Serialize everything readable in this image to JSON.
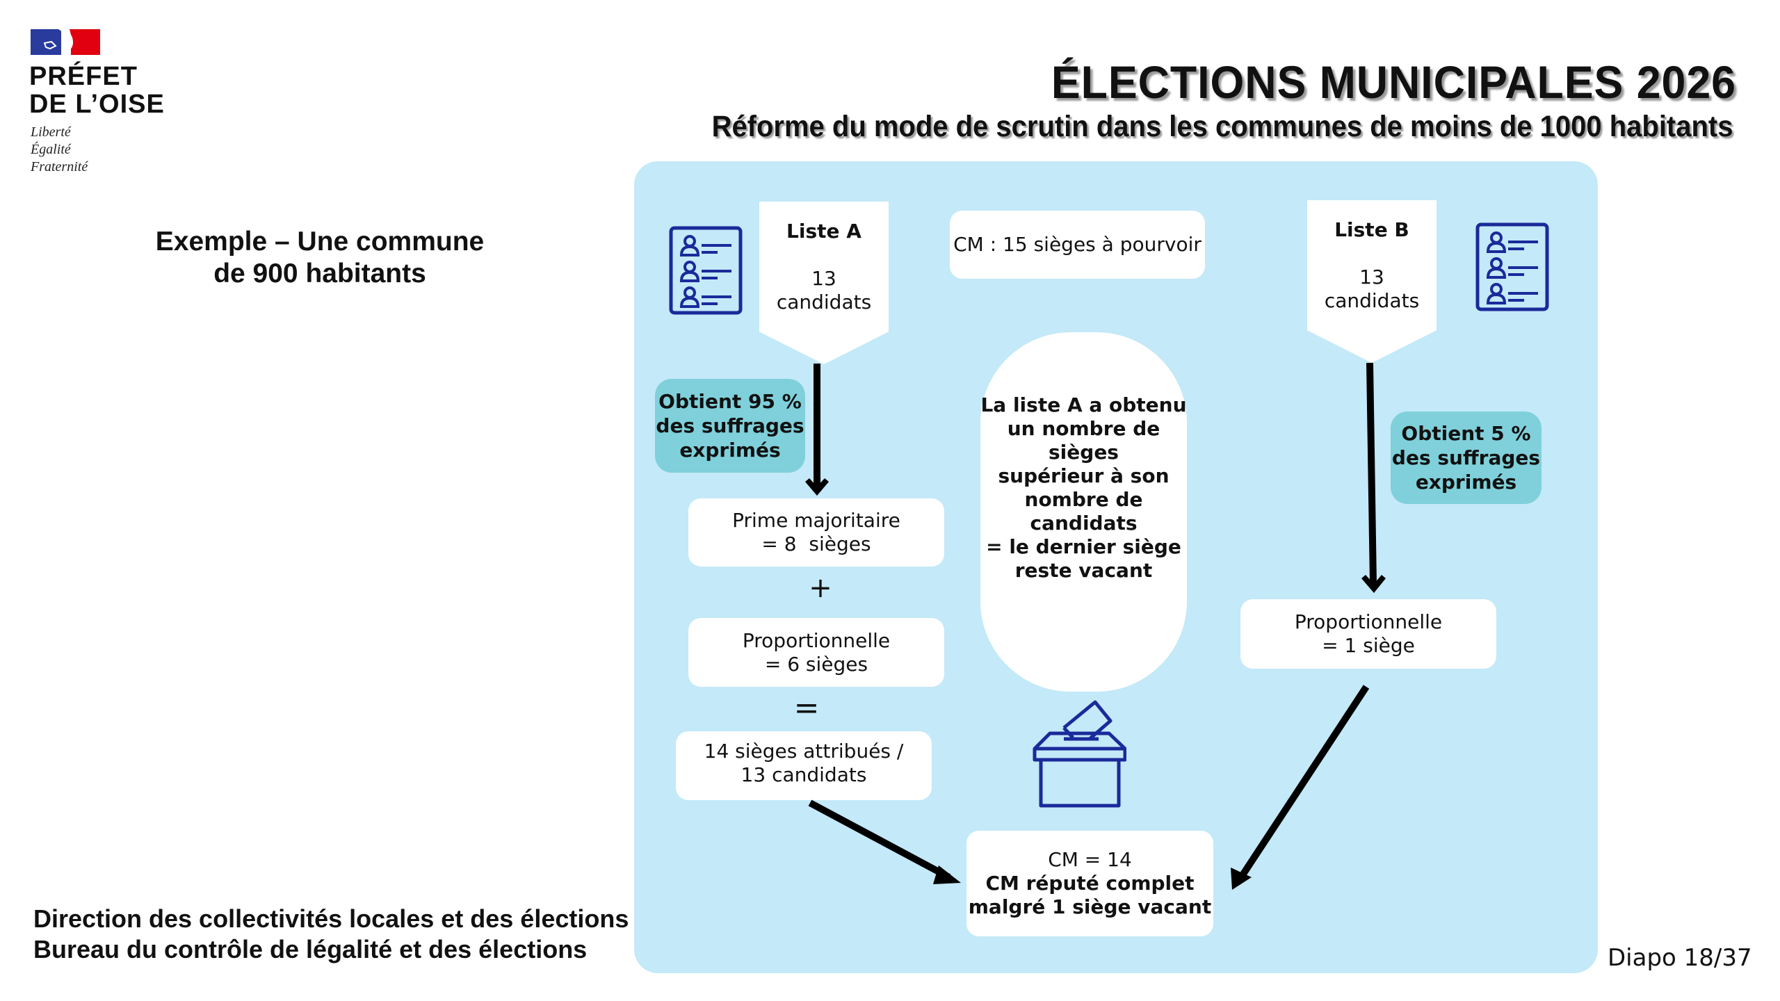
{
  "logo": {
    "line1": "PRÉFET",
    "line2": "DE L’OISE",
    "motto": [
      "Liberté",
      "Égalité",
      "Fraternité"
    ],
    "flag_colors": {
      "blue": "#2a3b9e",
      "red": "#e1000f"
    }
  },
  "header": {
    "title": "ÉLECTIONS MUNICIPALES 2026",
    "subtitle": "Réforme du mode de scrutin dans les communes de moins de 1000 habitants"
  },
  "example": {
    "line1": "Exemple – Une commune",
    "line2": "de 900 habitants"
  },
  "diagram": {
    "panel_color": "#c4e9f8",
    "accent_teal": "#7fd0da",
    "icon_color": "#1a2a9a",
    "cm_total": "CM : 15 sièges à pourvoir",
    "list_a": {
      "name": "Liste A",
      "count": "13",
      "count_label": "candidats",
      "result": [
        "Obtient 95 %",
        "des suffrages",
        "exprimés"
      ],
      "prime": [
        "Prime majoritaire",
        "= 8  sièges"
      ],
      "plus": "+",
      "proportional": [
        "Proportionnelle",
        "= 6 sièges"
      ],
      "equals": "=",
      "total": [
        "14 sièges attribués /",
        "13 candidats"
      ]
    },
    "list_b": {
      "name": "Liste B",
      "count": "13",
      "count_label": "candidats",
      "result": [
        "Obtient 5 %",
        "des suffrages",
        "exprimés"
      ],
      "proportional": [
        "Proportionnelle",
        "= 1 siège"
      ]
    },
    "explanation": [
      "La liste A a obtenu",
      "un nombre de sièges",
      "supérieur à son",
      "nombre de candidats",
      "= le dernier siège",
      "reste vacant"
    ],
    "outcome": {
      "line1": "CM = 14",
      "line2": "CM réputé complet",
      "line3": "malgré 1 siège vacant"
    },
    "icons": [
      "candidate-list-icon",
      "candidate-list-icon",
      "ballot-box-icon"
    ]
  },
  "footer": {
    "line1": "Direction des collectivités locales et des élections",
    "line2": "Bureau du contrôle de légalité et des élections"
  },
  "slide_number": "Diapo 18/37"
}
